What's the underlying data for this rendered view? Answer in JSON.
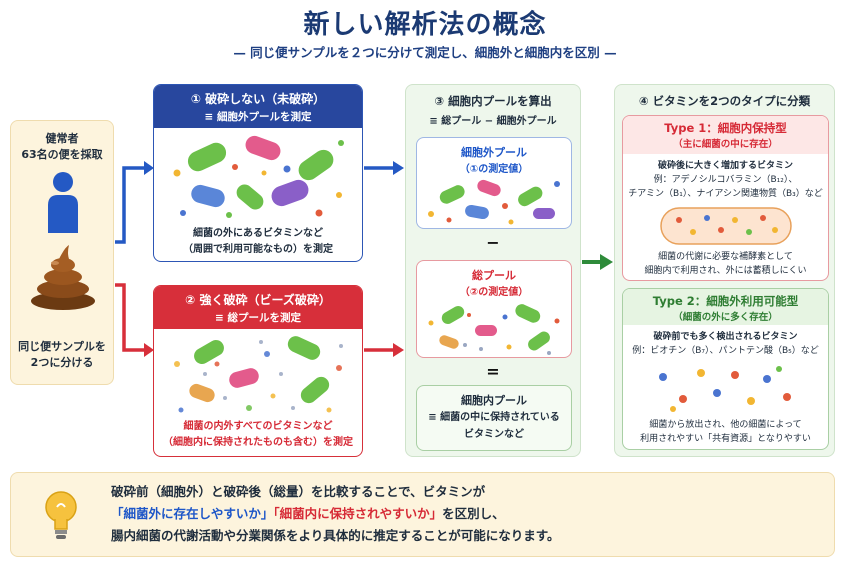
{
  "header": {
    "title": "新しい解析法の概念",
    "subtitle": "— 同じ便サンプルを２つに分けて測定し、細胞外と細胞内を区別 —"
  },
  "left": {
    "line1": "健常者",
    "line2": "63名の便を採取",
    "line3": "同じ便サンプルを",
    "line4": "2つに分ける"
  },
  "box1": {
    "title": "① 破砕しない（未破砕）",
    "def": "≡ 細胞外プールを測定",
    "desc1": "細菌の外にあるビタミンなど",
    "desc2": "（周囲で利用可能なもの）を測定"
  },
  "box2": {
    "title": "② 強く破砕（ビーズ破砕）",
    "def": "≡ 総プールを測定",
    "desc1": "細菌の内外すべてのビタミンなど",
    "desc2": "（細胞内に保持されたものも含む）を測定"
  },
  "col3": {
    "title": "③ 細胞内プールを算出",
    "formula": "≡ 総プール − 細胞外プール",
    "blue_title": "細胞外プール",
    "blue_sub": "（①の測定値）",
    "minus": "−",
    "red_title": "総プール",
    "red_sub": "（②の測定値）",
    "equals": "=",
    "green_title": "細胞内プール",
    "green_line1": "≡ 細菌の中に保持されている",
    "green_line2": "ビタミンなど"
  },
  "col4": {
    "title": "④ ビタミンを2つのタイプに分類",
    "type1": {
      "title": "Type 1：細胞内保持型",
      "sub": "（主に細菌の中に存在）",
      "line1": "破砕後に大きく増加するビタミン",
      "line2": "例：アデノシルコバラミン（B₁₂）、",
      "line3": "チアミン（B₁）、ナイアシン関連物質（B₃）など",
      "line4": "細菌の代謝に必要な補酵素として",
      "line5": "細胞内で利用され、外には蓄積しにくい"
    },
    "type2": {
      "title": "Type 2：細胞外利用可能型",
      "sub": "（細菌の外に多く存在）",
      "line1": "破砕前でも多く検出されるビタミン",
      "line2": "例：ビオチン（B₇）、パントテン酸（B₅）など",
      "line3": "細菌から放出され、他の細菌によって",
      "line4": "利用されやすい「共有資源」となりやすい"
    }
  },
  "bottom": {
    "l1": "破砕前（細胞外）と破砕後（総量）を比較することで、ビタミンが",
    "l2_q1": "「細菌外に存在しやすいか」",
    "l2_q2": "「細菌内に保持されやすいか」",
    "l2_rest": "を区別し、",
    "l3": "腸内細菌の代謝活動や分業関係をより具体的に推定することが可能になります。"
  },
  "colors": {
    "navy": "#1b3a73",
    "blue": "#28479e",
    "red": "#d72f3a",
    "green": "#2e8b3a",
    "cream": "#fdf4dd"
  },
  "icons": [
    "person-icon",
    "stool-icon",
    "bacteria-icon",
    "vitamin-dot-icon",
    "lightbulb-icon",
    "arrow-icon"
  ]
}
